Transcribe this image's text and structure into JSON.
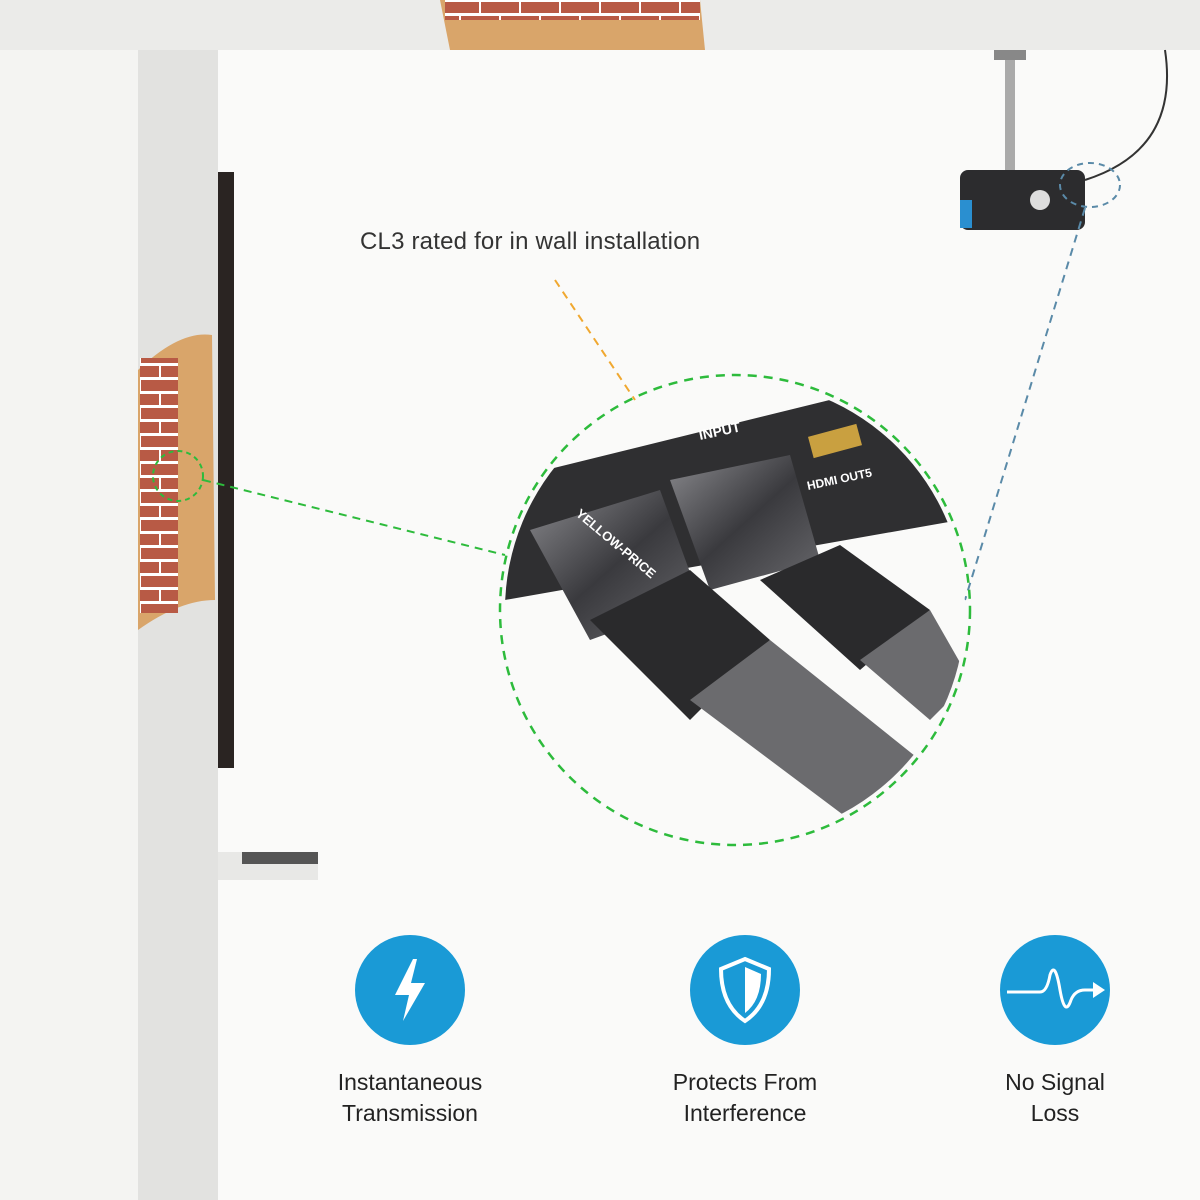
{
  "callout_text": "CL3 rated for in wall installation",
  "switch_labels": {
    "input": "INPUT",
    "output": "HDMI OUT5"
  },
  "brand_text": "YELLOW-PRICE",
  "features": [
    {
      "icon": "lightning-icon",
      "label": "Instantaneous\nTransmission"
    },
    {
      "icon": "shield-icon",
      "label": "Protects From\nInterference"
    },
    {
      "icon": "signal-wave-icon",
      "label": "No Signal\nLoss"
    }
  ],
  "colors": {
    "accent": "#1a9ad6",
    "green_dash": "#2dbb3c",
    "orange_dash": "#f0a830",
    "blue_dash": "#5a8aa8"
  }
}
